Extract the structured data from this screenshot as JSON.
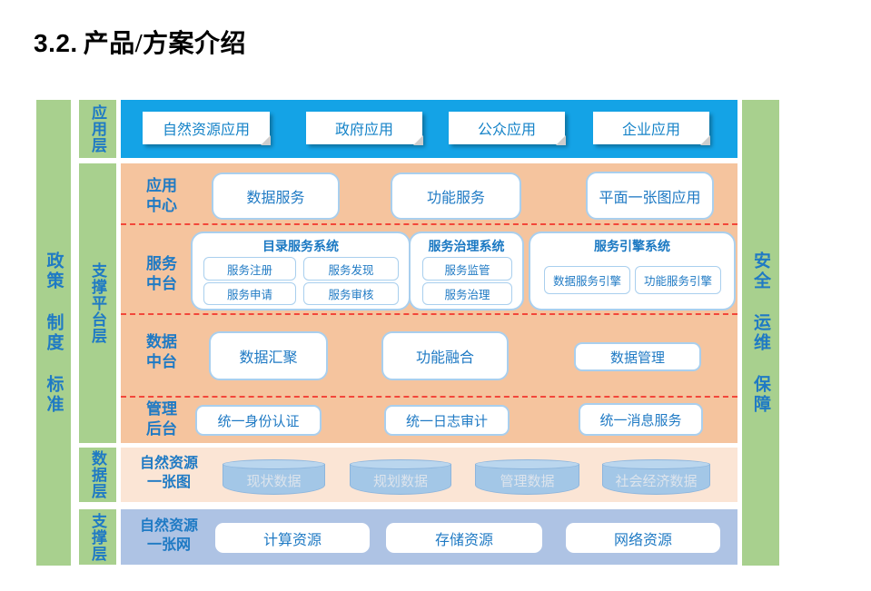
{
  "title": {
    "number": "3.2.",
    "text": "产品/方案介绍"
  },
  "pillars": {
    "left": "政策 制度 标准",
    "right": "安全 运维 保障"
  },
  "colors": {
    "green": "#a8d08e",
    "app_blue": "#14a3e6",
    "platform_orange": "#f5c49e",
    "data_peach": "#fbe5d5",
    "support_periwinkle": "#aec3e4",
    "text_blue": "#1f7ac4",
    "border_blue": "#a9cfee",
    "dash_red": "#f2473a"
  },
  "layers": {
    "app": {
      "label": "应用层",
      "buttons": [
        "自然资源应用",
        "政府应用",
        "公众应用",
        "企业应用"
      ]
    },
    "platform": {
      "label": "支撑平台层",
      "rows": {
        "app_center": {
          "label": "应用\n中心",
          "buttons": [
            "数据服务",
            "功能服务",
            "平面一张图应用"
          ]
        },
        "service": {
          "label": "服务\n中台",
          "groups": [
            {
              "title": "目录服务系统",
              "items": [
                "服务注册",
                "服务发现",
                "服务申请",
                "服务审核"
              ]
            },
            {
              "title": "服务治理系统",
              "items": [
                "服务监管",
                "服务治理"
              ]
            },
            {
              "title": "服务引擎系统",
              "items": [
                "数据服务引擎",
                "功能服务引擎"
              ]
            }
          ]
        },
        "data_center": {
          "label": "数据\n中台",
          "buttons": [
            "数据汇聚",
            "功能融合",
            "数据管理"
          ]
        },
        "admin": {
          "label": "管理\n后台",
          "buttons": [
            "统一身份认证",
            "统一日志审计",
            "统一消息服务"
          ]
        }
      }
    },
    "data": {
      "label": "数据层",
      "title": "自然资源\n一张图",
      "cylinders": [
        "现状数据",
        "规划数据",
        "管理数据",
        "社会经济数据"
      ]
    },
    "support": {
      "label": "支撑层",
      "title": "自然资源\n一张网",
      "buttons": [
        "计算资源",
        "存储资源",
        "网络资源"
      ]
    }
  }
}
